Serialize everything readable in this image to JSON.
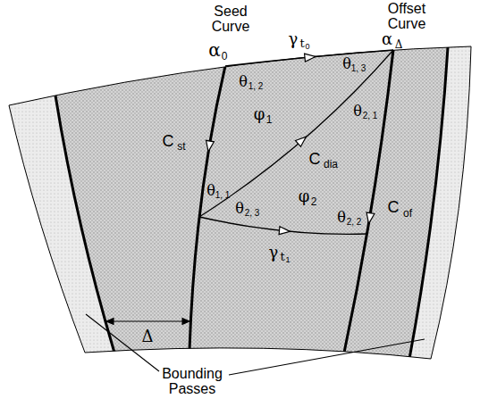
{
  "diagram": {
    "labels": [
      "Seed Curve",
      "α",
      "0",
      "Offset Curve",
      "α",
      "Δ",
      "γ",
      "t",
      "0",
      "θ",
      "1, 2",
      "θ",
      "1, 3",
      "φ",
      "1",
      "C",
      "st",
      "C",
      "dia",
      "θ",
      "1, 1",
      "θ",
      "2, 1",
      "φ",
      "2",
      "C",
      "of",
      "θ",
      "2, 3",
      "θ",
      "2, 2",
      "γ",
      "t",
      "1",
      "Δ",
      "Bounding Passes"
    ]
  }
}
